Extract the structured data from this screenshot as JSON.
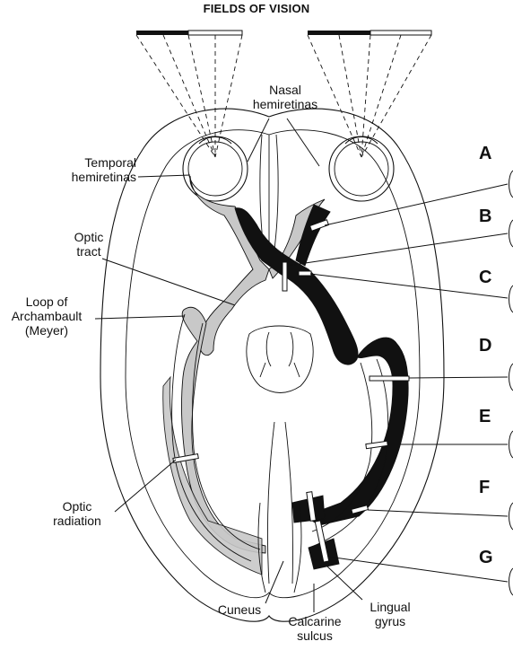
{
  "title": "FIELDS OF VISION",
  "labels": {
    "nasal_hemiretinas": "Nasal\nhemiretinas",
    "temporal_hemiretinas": "Temporal\nhemiretinas",
    "optic_tract": "Optic\ntract",
    "loop_of_archambault": "Loop of\nArchambault\n(Meyer)",
    "optic_radiation": "Optic\nradiation",
    "cuneus": "Cuneus",
    "calcarine_sulcus": "Calcarine\nsulcus",
    "lingual_gyrus": "Lingual\ngyrus"
  },
  "lesion_letters": [
    "A",
    "B",
    "C",
    "D",
    "E",
    "F",
    "G"
  ],
  "colors": {
    "ink": "#111111",
    "gray_pathway": "#c8c8c8",
    "background": "#ffffff"
  }
}
